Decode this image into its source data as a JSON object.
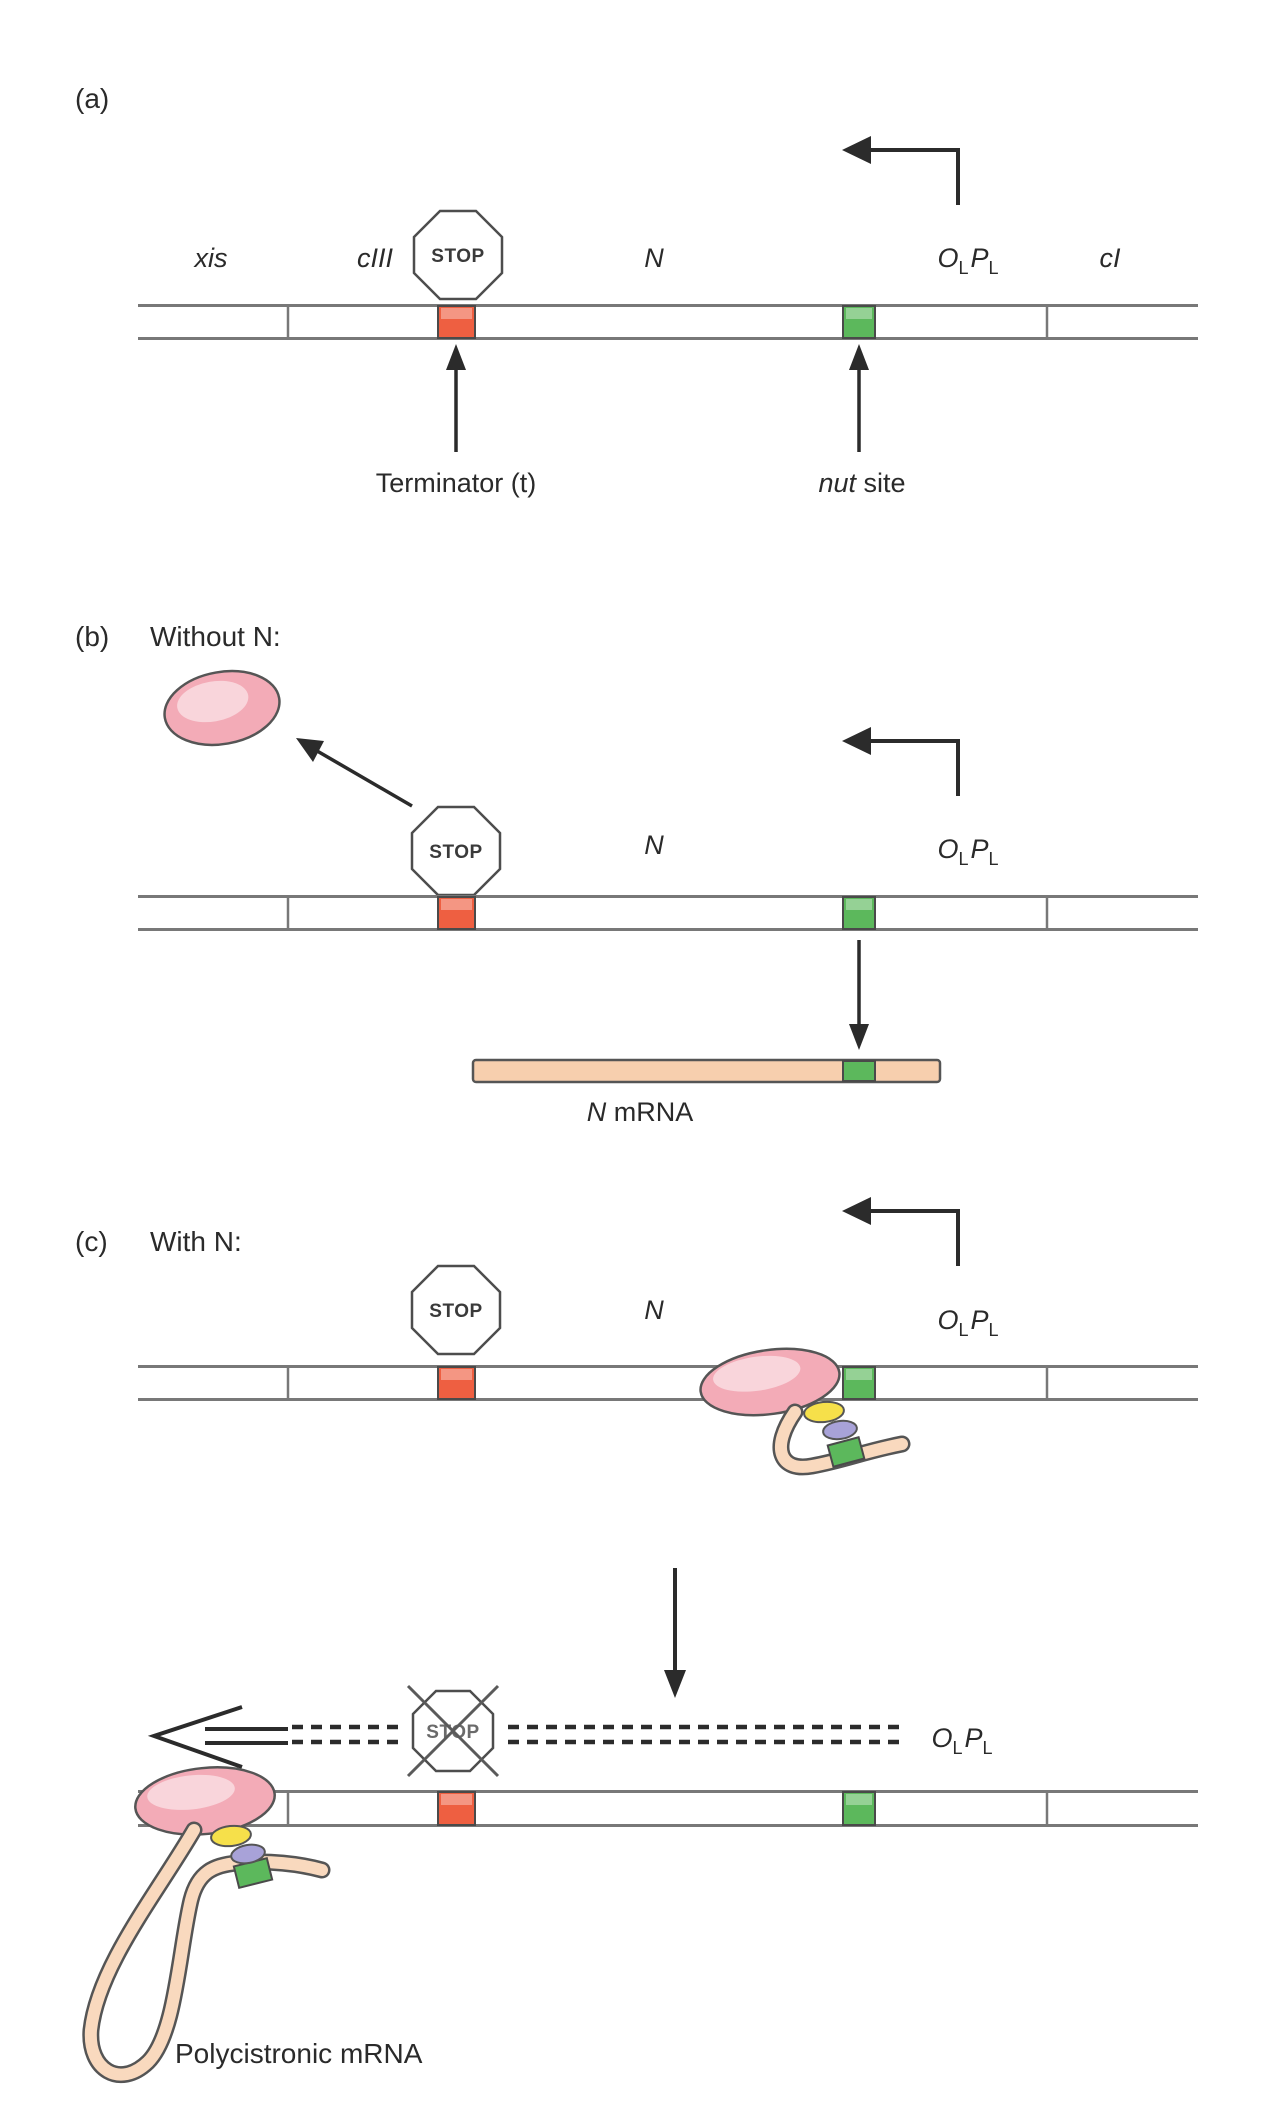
{
  "figure": {
    "panel_a_label": "(a)",
    "panel_b_label": "(b)",
    "panel_c_label": "(c)",
    "panel_b_title": "Without N:",
    "panel_c_title": "With N:"
  },
  "genes": {
    "xis": "xis",
    "ciii": "cIII",
    "n": "N",
    "ci": "cI"
  },
  "promoter": {
    "operator": "O",
    "operator_sub": "L",
    "promoter": "P",
    "promoter_sub": "L"
  },
  "stop_sign": {
    "text": "STOP"
  },
  "annotations": {
    "terminator": "Terminator (t)",
    "nut_italic": "nut",
    "nut_rest": " site",
    "n_mrna_italic": "N",
    "n_mrna_rest": " mRNA",
    "polycistronic": "Polycistronic mRNA"
  },
  "icons": {
    "stop_octagon": "octagon stop sign",
    "crossed_stop_octagon": "octagon stop sign crossed out",
    "promoter_arrow": "bent transcription-start arrow pointing left",
    "readthrough_arrow": "double-line open arrow pointing left"
  },
  "colors": {
    "terminator_red": "#ee5f41",
    "nut_green": "#5cb85c",
    "mrna_peach": "#f7cfae",
    "mrna_tube": "#f9d9be",
    "polymerase_pink": "#f3abb7",
    "n_protein_yellow": "#f6e04a",
    "nus_purple": "#a8a2d8",
    "dna_line_gray": "#787878",
    "arrow_black": "#2b2b2b",
    "text_dark": "#2a2a2a"
  }
}
